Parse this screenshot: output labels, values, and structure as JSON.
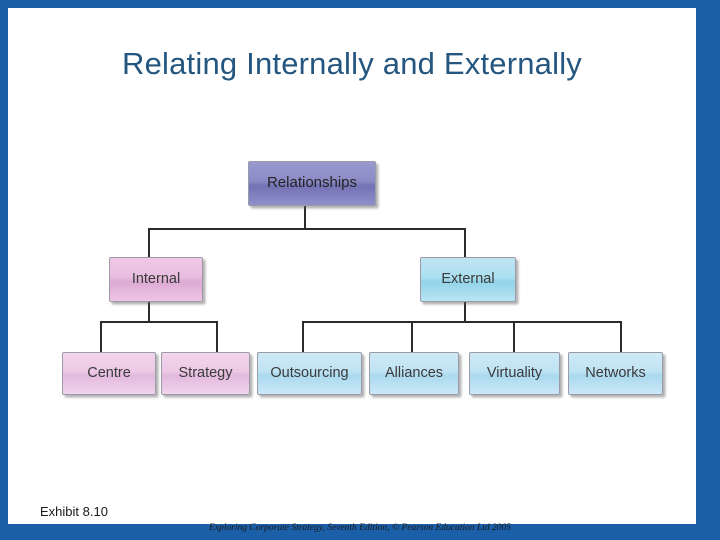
{
  "slide": {
    "title": "Relating Internally and Externally",
    "exhibit_label": "Exhibit 8.10",
    "footer": "Exploring Corporate Strategy, Seventh Edition, © Pearson Education Ltd 2005",
    "colors": {
      "background": "#1b5fa8",
      "slide": "#ffffff",
      "title": "#24567f",
      "root_box": "#8a8ac6",
      "internal_box": "#e8bcdf",
      "external_box": "#ace0f0",
      "line": "#2b2b2b"
    }
  },
  "diagram": {
    "root": {
      "label": "Relationships"
    },
    "branches": [
      {
        "label": "Internal",
        "children": [
          {
            "label": "Centre"
          },
          {
            "label": "Strategy"
          }
        ]
      },
      {
        "label": "External",
        "children": [
          {
            "label": "Outsourcing"
          },
          {
            "label": "Alliances"
          },
          {
            "label": "Virtuality"
          },
          {
            "label": "Networks"
          }
        ]
      }
    ]
  }
}
